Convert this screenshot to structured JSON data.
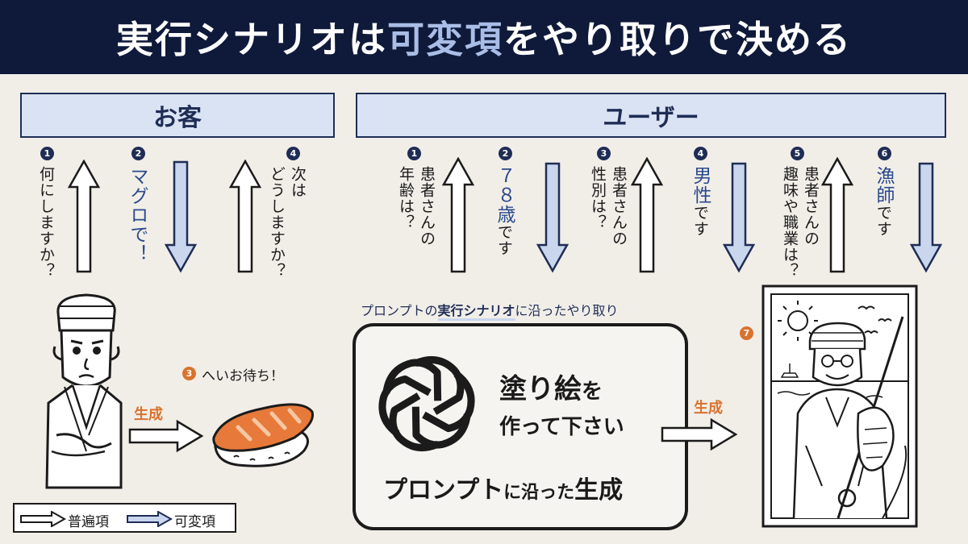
{
  "title": {
    "part1": "実行シナリオは",
    "highlight": "可変項",
    "part2": "をやり取りで決める"
  },
  "left_panel": {
    "header": "お客",
    "steps": [
      {
        "num": "1",
        "text": "何にしますか？"
      },
      {
        "num": "2",
        "text": "マグロで！"
      },
      {
        "num": "3",
        "text": "へいお待ち！"
      },
      {
        "num": "4",
        "text": "次は\nどうしますか？"
      }
    ],
    "gen_label": "生成"
  },
  "right_panel": {
    "header": "ユーザー",
    "steps": [
      {
        "num": "1",
        "text": "患者さんの\n年齢は？"
      },
      {
        "num": "2",
        "highlight": "７８歳",
        "text": "です"
      },
      {
        "num": "3",
        "text": "患者さんの\n性別は？"
      },
      {
        "num": "4",
        "highlight": "男性",
        "text": "です"
      },
      {
        "num": "5",
        "text": "患者さんの\n趣味や職業は？"
      },
      {
        "num": "6",
        "highlight": "漁師",
        "text": "です"
      },
      {
        "num": "7"
      }
    ],
    "scenario_caption": {
      "pre": "プロンプトの",
      "bold": "実行シナリオ",
      "post": "に沿ったやり取り"
    },
    "box": {
      "bubble_line1_a": "塗り絵",
      "bubble_line1_b": "を",
      "bubble_line2": "作って下さい",
      "bottom_a": "プロンプト",
      "bottom_b": "に沿った",
      "bottom_c": "生成"
    },
    "gen_label": "生成"
  },
  "legend": {
    "fixed": "普遍項",
    "variable": "可変項"
  },
  "colors": {
    "navy": "#0f1a3a",
    "header_fill": "#dae3f4",
    "variable_arrow": "#c9d6ee",
    "accent_orange": "#d9722e",
    "accent_blue": "#2b4a8c"
  }
}
